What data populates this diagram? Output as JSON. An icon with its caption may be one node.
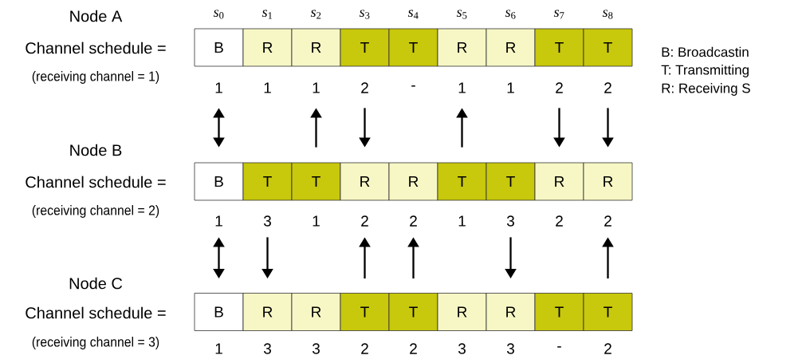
{
  "diagram": {
    "nodes": [
      {
        "text": [
          "B"
        ],
        "beside": [
          "1"
        ]
      },
      {
        "text": [
          "R"
        ],
        "beside": [
          "1"
        ]
      },
      {
        "text": [
          "R"
        ],
        "beside": [
          "1"
        ]
      },
      {
        "text": [
          "T"
        ],
        "beside": [
          "2"
        ]
      },
      {
        "text": [
          "T"
        ],
        "beside": [
          "-"
        ]
      },
      {
        "text": [
          "R"
        ],
        "beside": [
          "1"
        ]
      },
      {
        "text": [
          "R"
        ],
        "beside": [
          "1"
        ]
      },
      {
        "text": [
          "T"
        ],
        "beside": [
          "2"
        ]
      },
      {
        "text": [
          "T"
        ],
        "beside": [
          "2"
        ]
      },
      {
        "text": [
          "B"
        ],
        "beside": [
          "1"
        ]
      },
      {
        "text": [
          "T"
        ],
        "beside": [
          "3"
        ]
      },
      {
        "text": [
          "T"
        ],
        "beside": [
          "1"
        ]
      },
      {
        "text": [
          "R"
        ],
        "beside": [
          "2"
        ]
      },
      {
        "text": [
          "R"
        ],
        "beside": [
          "2"
        ]
      },
      {
        "text": [
          "T"
        ],
        "beside": [
          "1"
        ]
      },
      {
        "text": [
          "T"
        ],
        "beside": [
          "3"
        ]
      },
      {
        "text": [
          "R"
        ],
        "beside": [
          "2"
        ]
      },
      {
        "text": [
          "R"
        ],
        "beside": [
          "2"
        ]
      },
      {
        "text": [
          "B"
        ],
        "beside": [
          "1"
        ]
      },
      {
        "text": [
          "R"
        ],
        "beside": [
          "3"
        ]
      },
      {
        "text": [
          "R"
        ],
        "beside": [
          "3"
        ]
      },
      {
        "text": [
          "T"
        ],
        "beside": [
          "2"
        ]
      },
      {
        "text": [
          "T"
        ],
        "beside": [
          "2"
        ]
      },
      {
        "text": [
          "R"
        ],
        "beside": [
          "3"
        ]
      },
      {
        "text": [
          "R"
        ],
        "beside": [
          "3"
        ]
      },
      {
        "text": [
          "T"
        ],
        "beside": [
          "-"
        ]
      },
      {
        "text": [
          "T"
        ],
        "beside": [
          "2"
        ]
      }
    ],
    "edges": [
      {
        "from": 0,
        "to": 9,
        "arrow": "both"
      },
      {
        "from": 11,
        "to": 2,
        "arrow": "to"
      },
      {
        "from": 3,
        "to": 12,
        "arrow": "to"
      },
      {
        "from": 14,
        "to": 5,
        "arrow": "to"
      },
      {
        "from": 7,
        "to": 16,
        "arrow": "to"
      },
      {
        "from": 8,
        "to": 17,
        "arrow": "to"
      },
      {
        "from": 9,
        "to": 18,
        "arrow": "both"
      },
      {
        "from": 10,
        "to": 19,
        "arrow": "to"
      },
      {
        "from": 21,
        "to": 12,
        "arrow": "to"
      },
      {
        "from": 22,
        "to": 13,
        "arrow": "to"
      },
      {
        "from": 15,
        "to": 24,
        "arrow": "to"
      },
      {
        "from": 26,
        "to": 17,
        "arrow": "to"
      }
    ],
    "labels": [
      "*s*$_{0}$",
      "*s*$_{1}$",
      "*s*$_{2}$",
      "*s*$_{3}$",
      "*s*$_{4}$",
      "*s*$_{5}$",
      "*s*$_{6}$",
      "*s*$_{7}$",
      "*s*$_{8}$",
      "Node A",
      "Channel schedule =",
      "(receiving channel = 1)",
      "Node B",
      "Channel schedule =",
      "(receiving channel = 2)",
      "Node C",
      "Channel schedule =",
      "(receiving channel = 3)",
      "B: Broadcastin",
      "T: Transmitting",
      "R: Receiving S"
    ]
  }
}
